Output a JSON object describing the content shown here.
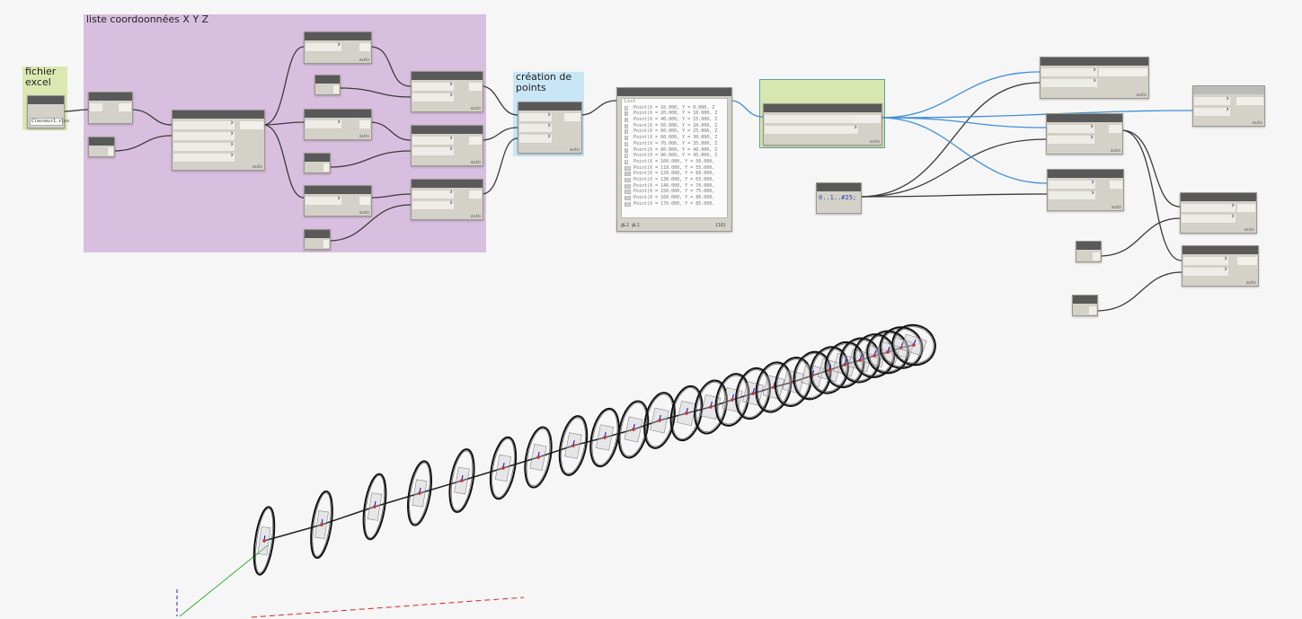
{
  "groups": {
    "xyz": {
      "title": "liste coordoonnées X Y Z",
      "color": "#d9bfdf"
    },
    "excel": {
      "title": "fichier excel",
      "color": "#dbe8b2"
    },
    "points": {
      "title": "création de points",
      "color": "#c9e6f7"
    },
    "selected": {
      "title": "",
      "color": "#d8e6b0"
    }
  },
  "nodes": {
    "file_path": {
      "value": "Classeur1.xlsx"
    },
    "code_block": {
      "code": "0..1..#25;"
    },
    "auto_label": "auto"
  },
  "watch": {
    "header": "List",
    "rows": [
      {
        "i": "0",
        "text": "Point(X = 10.000, Y = 0.000, Z"
      },
      {
        "i": "1",
        "text": "Point(X = 20.000, Y = 10.000, Z"
      },
      {
        "i": "2",
        "text": "Point(X = 40.000, Y = 15.000, Z"
      },
      {
        "i": "3",
        "text": "Point(X = 50.000, Y = 20.000, Z"
      },
      {
        "i": "4",
        "text": "Point(X = 60.000, Y = 25.000, Z"
      },
      {
        "i": "5",
        "text": "Point(X = 60.000, Y = 30.000, Z"
      },
      {
        "i": "6",
        "text": "Point(X = 70.000, Y = 35.000, Z"
      },
      {
        "i": "7",
        "text": "Point(X = 80.000, Y = 40.000, Z"
      },
      {
        "i": "8",
        "text": "Point(X = 90.000, Y = 45.000, Z"
      },
      {
        "i": "9",
        "text": "Point(X = 100.000, Y = 50.000,"
      },
      {
        "i": "10",
        "text": "Point(X = 110.000, Y = 55.000,"
      },
      {
        "i": "11",
        "text": "Point(X = 120.000, Y = 60.000,"
      },
      {
        "i": "12",
        "text": "Point(X = 130.000, Y = 65.000,"
      },
      {
        "i": "13",
        "text": "Point(X = 140.000, Y = 70.000,"
      },
      {
        "i": "14",
        "text": "Point(X = 150.000, Y = 75.000,"
      },
      {
        "i": "15",
        "text": "Point(X = 160.000, Y = 80.000,"
      },
      {
        "i": "16",
        "text": "Point(X = 170.000, Y = 85.000,"
      }
    ],
    "footer_left": "@L2 @L1",
    "footer_right": "{18}"
  },
  "colors": {
    "wire": "#3b3b3b",
    "wire_selected": "#3f8fd6",
    "node_header": "#595959",
    "node_body": "#d4d1c8",
    "circle": "#111111",
    "axis_x": "#d22",
    "axis_y": "#2a2",
    "axis_z": "#22c"
  }
}
